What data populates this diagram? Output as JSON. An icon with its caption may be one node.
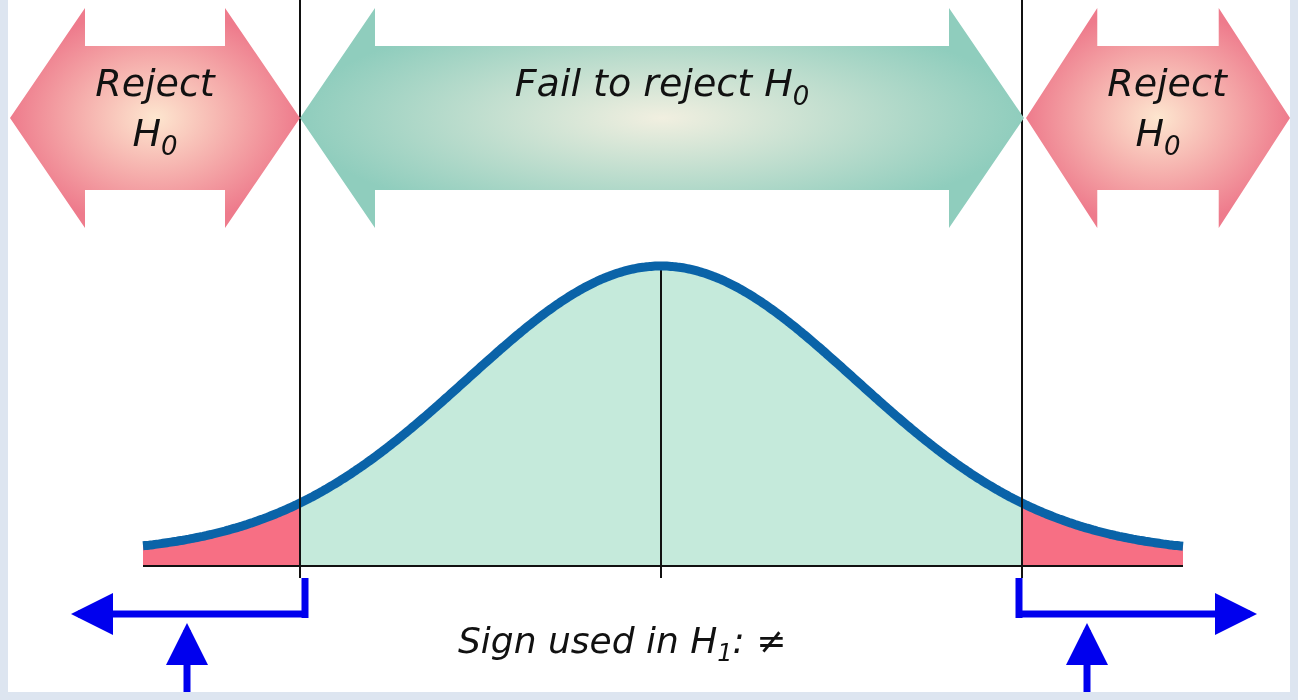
{
  "diagram": {
    "nodes": [
      {
        "text": [
          "Reject H$_{0}$"
        ]
      },
      {
        "text": [
          "Fail to reject H$_{0}$"
        ]
      },
      {
        "text": [
          "Reject H$_{0}$"
        ]
      }
    ],
    "labels": [
      "Sign used in H$_{1}$: ≠"
    ]
  }
}
